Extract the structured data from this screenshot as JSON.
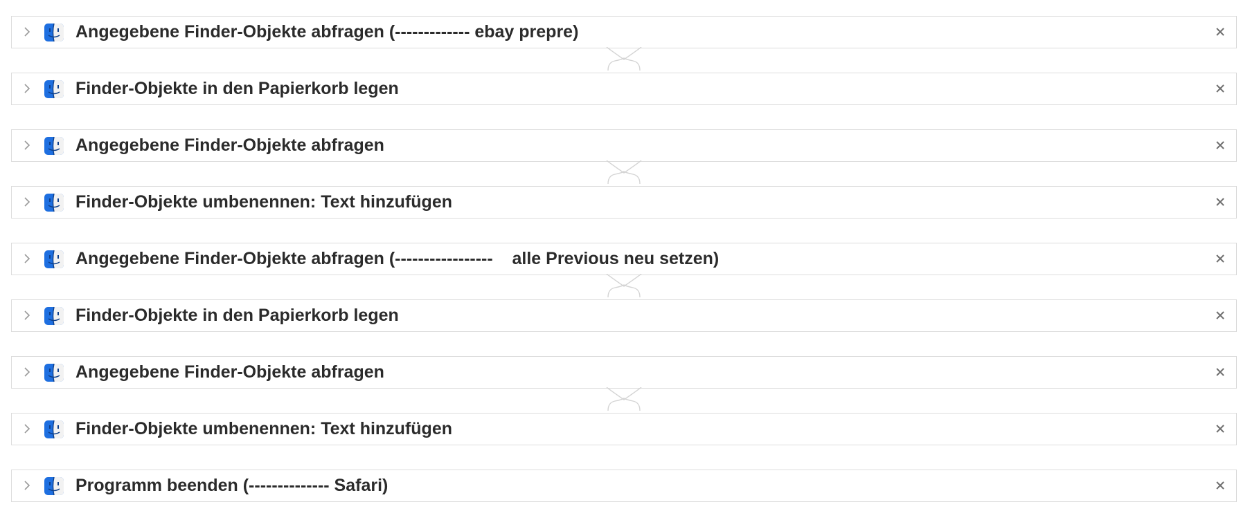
{
  "workflow": {
    "actions": [
      {
        "title": "Angegebene Finder-Objekte abfragen (------------- ebay prepre)",
        "icon": "finder-icon"
      },
      {
        "title": "Finder-Objekte in den Papierkorb legen",
        "icon": "finder-icon"
      },
      {
        "title": "Angegebene Finder-Objekte abfragen",
        "icon": "finder-icon"
      },
      {
        "title": "Finder-Objekte umbenennen: Text hinzufügen",
        "icon": "finder-icon"
      },
      {
        "title": "Angegebene Finder-Objekte abfragen (-----------------    alle Previous neu setzen)",
        "icon": "finder-icon"
      },
      {
        "title": "Finder-Objekte in den Papierkorb legen",
        "icon": "finder-icon"
      },
      {
        "title": "Angegebene Finder-Objekte abfragen",
        "icon": "finder-icon"
      },
      {
        "title": "Finder-Objekte umbenennen: Text hinzufügen",
        "icon": "finder-icon"
      },
      {
        "title": "Programm beenden (-------------- Safari)",
        "icon": "finder-icon"
      }
    ],
    "connections": [
      [
        0,
        1
      ],
      [
        2,
        3
      ],
      [
        4,
        5
      ],
      [
        6,
        7
      ]
    ]
  },
  "colors": {
    "border": "#dcdcdc",
    "text": "#2b2b2b",
    "icon_blue_light": "#5ac8fa",
    "icon_blue_dark": "#1e6fe0",
    "icon_face_light": "#f2f2f2"
  }
}
